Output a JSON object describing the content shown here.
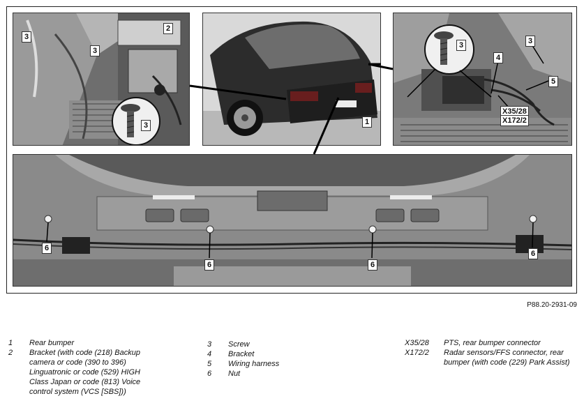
{
  "figure_code": "P88.20-2931-09",
  "callouts": {
    "n1": "1",
    "n2": "2",
    "n3": "3",
    "n4": "4",
    "n5": "5",
    "n6": "6"
  },
  "connectors": {
    "x35": "X35/28",
    "x172": "X172/2"
  },
  "legend": {
    "col1": [
      {
        "num": "1",
        "text": "Rear bumper"
      },
      {
        "num": "2",
        "text": "Bracket (with code (218) Backup camera or code (390 to 396) Linguatronic or code (529) HIGH Class Japan or code (813) Voice control system (VCS [SBS]))"
      }
    ],
    "col2": [
      {
        "num": "3",
        "text": "Screw"
      },
      {
        "num": "4",
        "text": "Bracket"
      },
      {
        "num": "5",
        "text": "Wiring harness"
      },
      {
        "num": "6",
        "text": "Nut"
      }
    ],
    "col3": [
      {
        "num": "X35/28",
        "text": "PTS, rear bumper connector"
      },
      {
        "num": "X172/2",
        "text": "Radar sensors/FFS connector, rear bumper (with code (229) Park Assist)"
      }
    ]
  },
  "colors": {
    "photo_dark": "#3a3a3a",
    "photo_mid": "#8a8a8a",
    "photo_light": "#c8c8c8",
    "line": "#000000"
  }
}
